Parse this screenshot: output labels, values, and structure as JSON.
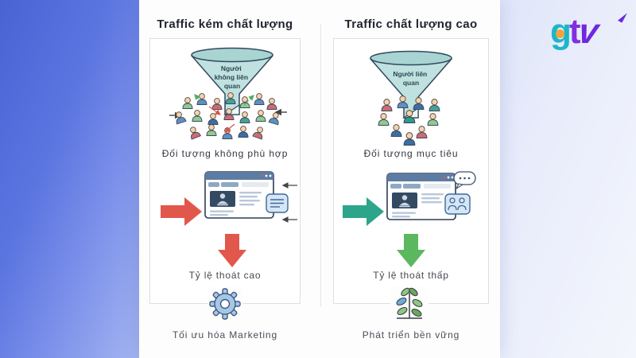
{
  "logo": {
    "g": "g",
    "t": "t",
    "v": "v",
    "g_color": "#1db6c9",
    "tv_color": "#7e30e0",
    "dot_color": "#f2a33c"
  },
  "columns": [
    {
      "title": "Traffic kém chất lượng",
      "funnel_lines": [
        "Người",
        "không liên",
        "quan"
      ],
      "audience_label": "Đối tượng không phù hợp",
      "bounce_label": "Tỷ lệ thoát cao",
      "footer_label": "Tối ưu hóa Marketing",
      "footer_icon": "gear-icon",
      "right_arrow_color": "#e2574c",
      "down_arrow_color": "#e2574c"
    },
    {
      "title": "Traffic chất lượng cao",
      "funnel_lines": [
        "Người liên",
        "quan"
      ],
      "audience_label": "Đối tượng mục tiêu",
      "bounce_label": "Tỷ lệ thoát thấp",
      "footer_label": "Phát triển bền vững",
      "footer_icon": "plant-icon",
      "right_arrow_color": "#2ca58b",
      "down_arrow_color": "#5bb85f"
    }
  ],
  "illustration_colors": {
    "funnel_fill": "#bfe2e0",
    "funnel_rim": "#a8d4d2",
    "funnel_stroke": "#33485e",
    "browser_bar": "#5d7ca3",
    "browser_stroke": "#2e3d55",
    "profile_card": "#344a63",
    "text_line": "#b9c7d8",
    "attachment_fill": "#d6e6f4",
    "attachment_stroke": "#3f6a9a",
    "background_left": "#4a63d4",
    "background_right": "#f4f6fd",
    "panel": "#fdfdfd"
  }
}
